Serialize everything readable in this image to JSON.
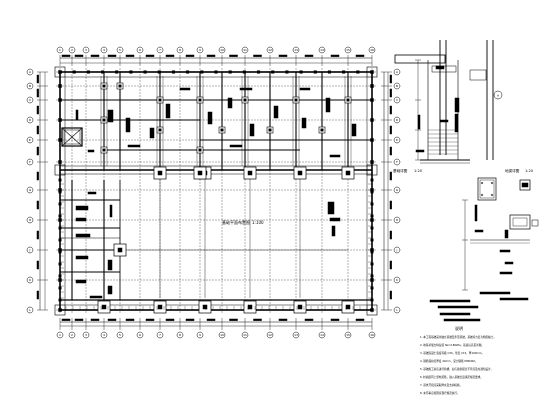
{
  "drawing": {
    "plan_title": "基础平面布置图",
    "plan_scale": "1:100",
    "column_axis_labels": [
      "1",
      "2",
      "3",
      "4",
      "5",
      "6",
      "7",
      "8",
      "9",
      "10",
      "11",
      "12",
      "13",
      "14",
      "15",
      "16"
    ],
    "row_axis_labels": [
      "A",
      "B",
      "C",
      "D",
      "E",
      "F",
      "G",
      "H",
      "J",
      "K",
      "L"
    ],
    "notes_heading": "说明",
    "notes": [
      "1. 本工程基础采用独立基础及条形基础，基础持力层为粉质黏土。",
      "2. 地基承载力特征值 fak=180kPa，基底标高见详图。",
      "3. 基础混凝土强度等级 C30，垫层 C15，厚100mm。",
      "4. 钢筋保护层厚度 40mm，受力钢筋 HRB400。",
      "5. 基础施工前应进行验槽，如与勘察报告不符应及时通知设计。",
      "6. 柱插筋同上部柱配筋，锚入基础长度满足规范要求。",
      "7. 基坑开挖应采取降水及支护措施。",
      "8. 未尽事宜按国家现行规范执行。"
    ],
    "details": [
      {
        "id": "d1",
        "caption": "基础详图",
        "scale": "1:20"
      },
      {
        "id": "d2",
        "caption": "地梁详图",
        "scale": "1:20"
      }
    ]
  }
}
